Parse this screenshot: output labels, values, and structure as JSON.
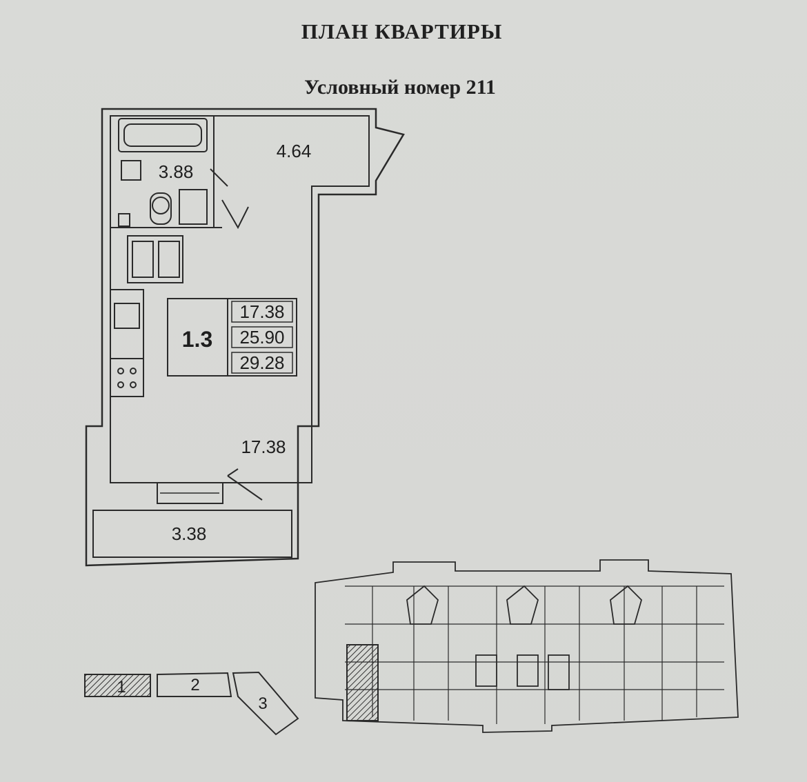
{
  "header": {
    "title": "ПЛАН КВАРТИРЫ",
    "subtitle": "Условный номер 211"
  },
  "plan": {
    "rooms": [
      {
        "name": "corridor",
        "area": "4.64"
      },
      {
        "name": "bathroom",
        "area": "3.88"
      },
      {
        "name": "living",
        "area": "17.38"
      },
      {
        "name": "balcony",
        "area": "3.38"
      }
    ],
    "summary": {
      "apartment_type": "1.3",
      "living_area": "17.38",
      "total_area": "25.90",
      "total_with_balcony": "29.28"
    }
  },
  "key_plan": {
    "sections": [
      "1",
      "2",
      "3"
    ]
  },
  "colors": {
    "paper": "#d8d9d6",
    "ink": "#1f1f1f"
  }
}
